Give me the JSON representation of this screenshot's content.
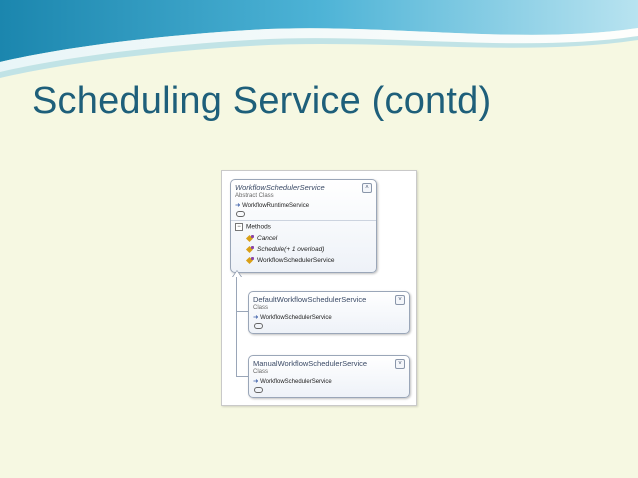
{
  "slide": {
    "title": "Scheduling Service (contd)"
  },
  "diagram": {
    "abstract_class": {
      "name": "WorkflowSchedulerService",
      "kind": "Abstract Class",
      "base": "WorkflowRuntimeService",
      "methods_label": "Methods",
      "methods": [
        "Cancel",
        "Schedule(+ 1 overload)",
        "WorkflowSchedulerService"
      ]
    },
    "derived_classes": [
      {
        "name": "DefaultWorkflowSchedulerService",
        "kind": "Class",
        "base": "WorkflowSchedulerService"
      },
      {
        "name": "ManualWorkflowSchedulerService",
        "kind": "Class",
        "base": "WorkflowSchedulerService"
      }
    ]
  },
  "colors": {
    "background": "#f6f8e2",
    "title": "#1e5f7a",
    "wave_dark": "#2a8fb3",
    "wave_light": "#8fd0e6"
  },
  "icons": {
    "collapse": "chevron-up-icon",
    "inherit": "inheritance-arrow-icon",
    "method": "method-icon"
  }
}
